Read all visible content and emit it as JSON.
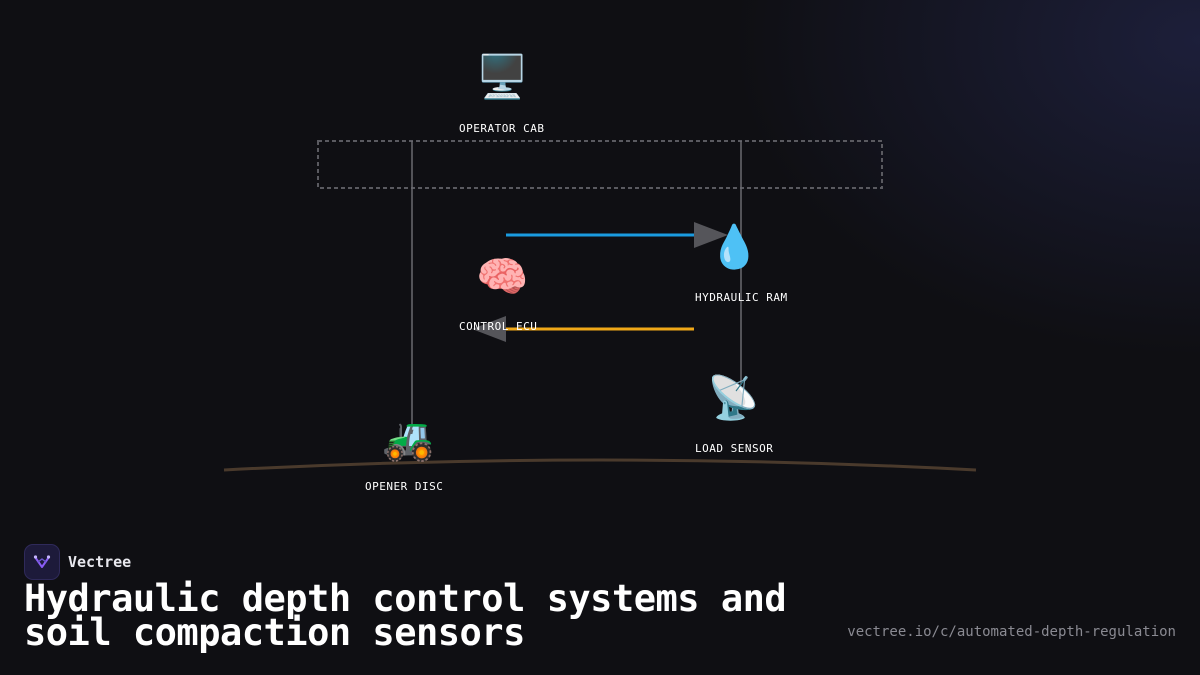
{
  "brand": {
    "name": "Vectree"
  },
  "title": "Hydraulic depth control systems and soil compaction sensors",
  "url": "vectree.io/c/automated-depth-regulation",
  "colors": {
    "background": "#0f0f13",
    "signal_arrow": "#1a9be0",
    "feedback_arrow": "#f0a818",
    "link_line": "#5a5a60",
    "ground": "#4a3a2c",
    "logo_accent": "#8b5cf6"
  },
  "nodes": [
    {
      "id": "operator-cab",
      "label": "OPERATOR CAB",
      "icon": "desktop-computer-icon",
      "glyph": "🖥️"
    },
    {
      "id": "control-ecu",
      "label": "CONTROL ECU",
      "icon": "brain-icon",
      "glyph": "🧠"
    },
    {
      "id": "hydraulic-ram",
      "label": "HYDRAULIC RAM",
      "icon": "droplet-icon",
      "glyph": "💧"
    },
    {
      "id": "load-sensor",
      "label": "LOAD SENSOR",
      "icon": "satellite-dish-icon",
      "glyph": "📡"
    },
    {
      "id": "opener-disc",
      "label": "OPENER DISC",
      "icon": "tractor-icon",
      "glyph": "🚜"
    }
  ],
  "edges": [
    {
      "from": "control-ecu",
      "to": "hydraulic-ram",
      "color": "#1a9be0"
    },
    {
      "from": "hydraulic-ram",
      "to": "control-ecu",
      "color": "#f0a818"
    }
  ]
}
